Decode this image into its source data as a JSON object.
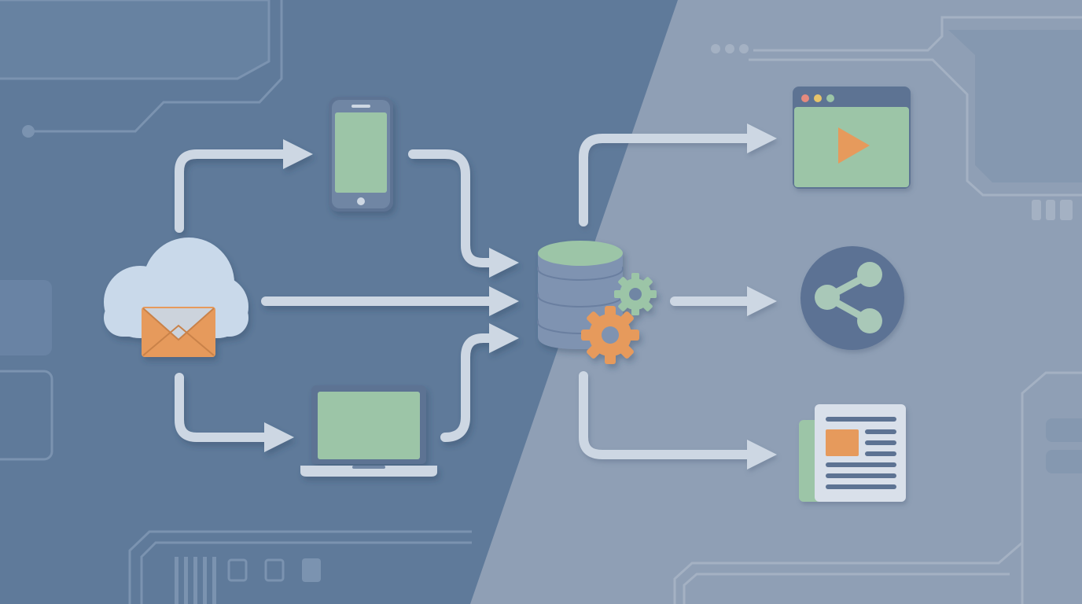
{
  "colors": {
    "bg_dark": "#5f7a9a",
    "bg_light": "#8f9fb5",
    "panel_dark": "#6d88a8",
    "panel_light": "#8598b0",
    "circuit_dark": "#7b93b0",
    "circuit_light": "#a4b1c3",
    "arrow": "#cdd7e3",
    "arrow_shadow": "#3f5573",
    "device_body": "#5d7393",
    "device_bezel": "#6f86a4",
    "screen_green": "#9cc5a7",
    "accent_orange": "#e69a5b",
    "cloud": "#c9d9ea",
    "db_body": "#7f93b1",
    "db_top": "#9cc5a7",
    "gear_green": "#9cc5a7",
    "gear_orange": "#e69a5b",
    "share_circle": "#5c7294",
    "share_node": "#a9c8b8",
    "doc_paper": "#d9e0ea",
    "doc_lines": "#5d7393",
    "browser_bar": "#5d7393",
    "dot_red": "#e58a7e",
    "dot_yellow": "#e7c46a",
    "dot_green": "#9cc5a7"
  },
  "diagram": {
    "source": {
      "name": "cloud-email",
      "icons": [
        "cloud-icon",
        "envelope-icon"
      ]
    },
    "relays": [
      "smartphone-icon",
      "laptop-icon"
    ],
    "hub": {
      "name": "database-processing",
      "icons": [
        "database-icon",
        "gear-icon",
        "gear-icon"
      ]
    },
    "destinations": [
      "video-player-icon",
      "share-icon",
      "news-article-icon"
    ],
    "edges": [
      [
        "cloud-email",
        "smartphone"
      ],
      [
        "cloud-email",
        "laptop"
      ],
      [
        "cloud-email",
        "database-processing"
      ],
      [
        "smartphone",
        "database-processing"
      ],
      [
        "laptop",
        "database-processing"
      ],
      [
        "database-processing",
        "video-player"
      ],
      [
        "database-processing",
        "share"
      ],
      [
        "database-processing",
        "news-article"
      ]
    ]
  }
}
